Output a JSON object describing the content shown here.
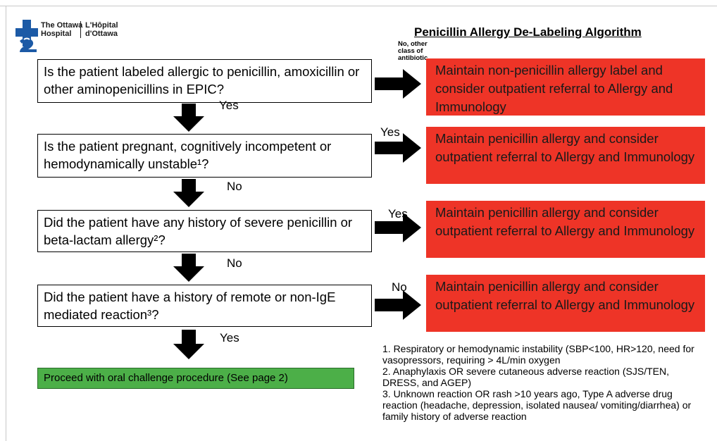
{
  "logo": {
    "english": [
      "The Ottawa",
      "Hospital"
    ],
    "french": [
      "L'Hôpital",
      "d'Ottawa"
    ]
  },
  "title": "Penicillin Allergy De-Labeling Algorithm",
  "questions": [
    "Is the patient labeled allergic to penicillin, amoxicillin or other aminopenicillins in EPIC?",
    "Is the patient pregnant, cognitively incompetent or hemodynamically unstable¹?",
    "Did the patient have any history of severe penicillin or beta-lactam allergy²?",
    "Did the patient have a history of remote or non-IgE mediated reaction³?"
  ],
  "down_labels": [
    "Yes",
    "No",
    "No",
    "Yes"
  ],
  "right_labels": [
    "No, other class of antibiotic",
    "Yes",
    "Yes",
    "No"
  ],
  "outcomes": [
    "Maintain non-penicillin allergy label and consider outpatient referral to Allergy and Immunology",
    "Maintain penicillin allergy and consider outpatient referral to Allergy and Immunology",
    "Maintain penicillin allergy and consider outpatient referral to Allergy and Immunology",
    "Maintain penicillin allergy and consider outpatient referral to Allergy and Immunology"
  ],
  "final": "Proceed with oral challenge procedure (See page 2)",
  "footnotes": [
    "1. Respiratory or hemodynamic instability (SBP<100, HR>120, need for vasopressors, requiring > 4L/min oxygen",
    "2. Anaphylaxis OR severe cutaneous adverse reaction (SJS/TEN, DRESS, and AGEP)",
    "3. Unknown reaction OR rash >10 years ago, Type A adverse drug reaction (headache, depression, isolated nausea/ vomiting/diarrhea) or family history of adverse reaction"
  ],
  "colors": {
    "outcome": "#ee3427",
    "final": "#4caf48",
    "logo": "#1c5aa6"
  }
}
